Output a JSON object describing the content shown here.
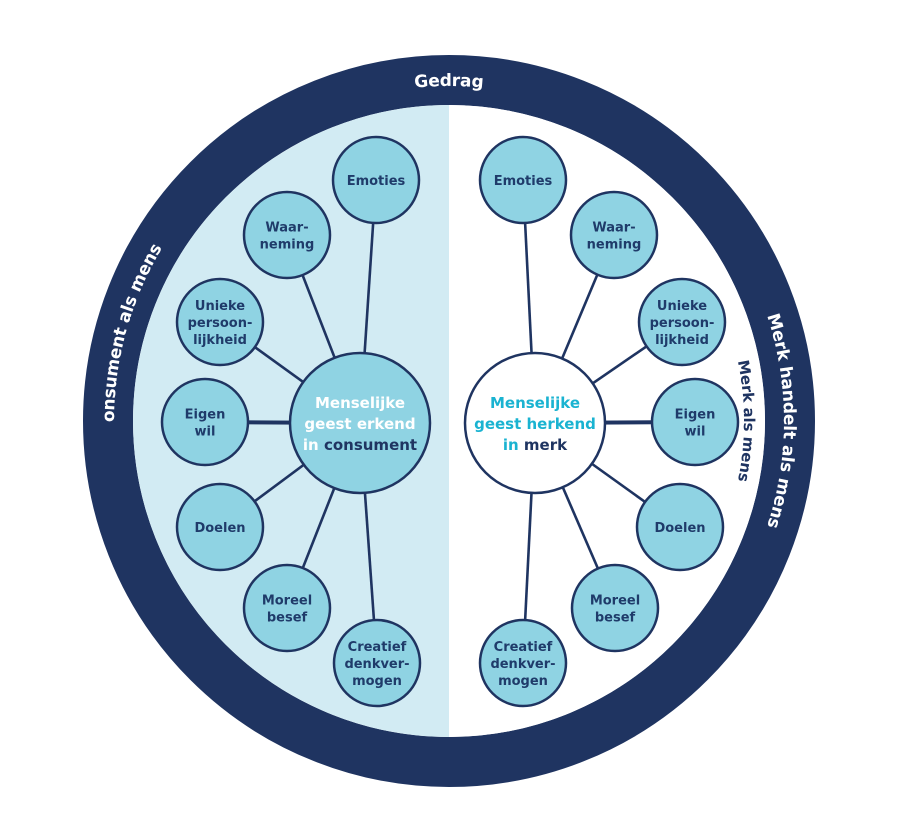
{
  "colors": {
    "ring": "#1f3461",
    "left_panel": "#d2ebf3",
    "right_panel": "#ffffff",
    "node_fill": "#8fd3e3",
    "node_stroke": "#1f3461",
    "node_text": "#1f3b6a",
    "hub_accent_text": "#1ab3d1",
    "hub_white_text": "#ffffff",
    "hub_dark_text": "#1f3461"
  },
  "ring_labels": {
    "top": "Gedrag",
    "left": "Merk behandelt consument als mens",
    "right": "Merk handelt als mens",
    "right_inner": "Merk als mens"
  },
  "left_half": {
    "hub": {
      "lines": [
        [
          {
            "text": "Menselijke",
            "tone": "white"
          }
        ],
        [
          {
            "text": "geest erkend",
            "tone": "white"
          }
        ],
        [
          {
            "text": "in ",
            "tone": "white"
          },
          {
            "text": "consument",
            "tone": "dark"
          }
        ]
      ]
    },
    "nodes": [
      {
        "id": "emoties",
        "lines": [
          "Emoties"
        ]
      },
      {
        "id": "waarneming",
        "lines": [
          "Waar-",
          "neming"
        ]
      },
      {
        "id": "unieke-persoonlijkheid",
        "lines": [
          "Unieke",
          "persoon-",
          "lijkheid"
        ]
      },
      {
        "id": "eigen-wil",
        "lines": [
          "Eigen",
          "wil"
        ]
      },
      {
        "id": "doelen",
        "lines": [
          "Doelen"
        ]
      },
      {
        "id": "moreel-besef",
        "lines": [
          "Moreel",
          "besef"
        ]
      },
      {
        "id": "creatief-denkvermogen",
        "lines": [
          "Creatief",
          "denkver-",
          "mogen"
        ]
      }
    ]
  },
  "right_half": {
    "hub": {
      "lines": [
        [
          {
            "text": "Menselijke",
            "tone": "accent"
          }
        ],
        [
          {
            "text": "geest herkend",
            "tone": "accent"
          }
        ],
        [
          {
            "text": "in ",
            "tone": "accent"
          },
          {
            "text": "merk",
            "tone": "dark"
          }
        ]
      ]
    },
    "nodes": [
      {
        "id": "emoties",
        "lines": [
          "Emoties"
        ]
      },
      {
        "id": "waarneming",
        "lines": [
          "Waar-",
          "neming"
        ]
      },
      {
        "id": "unieke-persoonlijkheid",
        "lines": [
          "Unieke",
          "persoon-",
          "lijkheid"
        ]
      },
      {
        "id": "eigen-wil",
        "lines": [
          "Eigen",
          "wil"
        ]
      },
      {
        "id": "doelen",
        "lines": [
          "Doelen"
        ]
      },
      {
        "id": "moreel-besef",
        "lines": [
          "Moreel",
          "besef"
        ]
      },
      {
        "id": "creatief-denkvermogen",
        "lines": [
          "Creatief",
          "denkver-",
          "mogen"
        ]
      }
    ]
  }
}
